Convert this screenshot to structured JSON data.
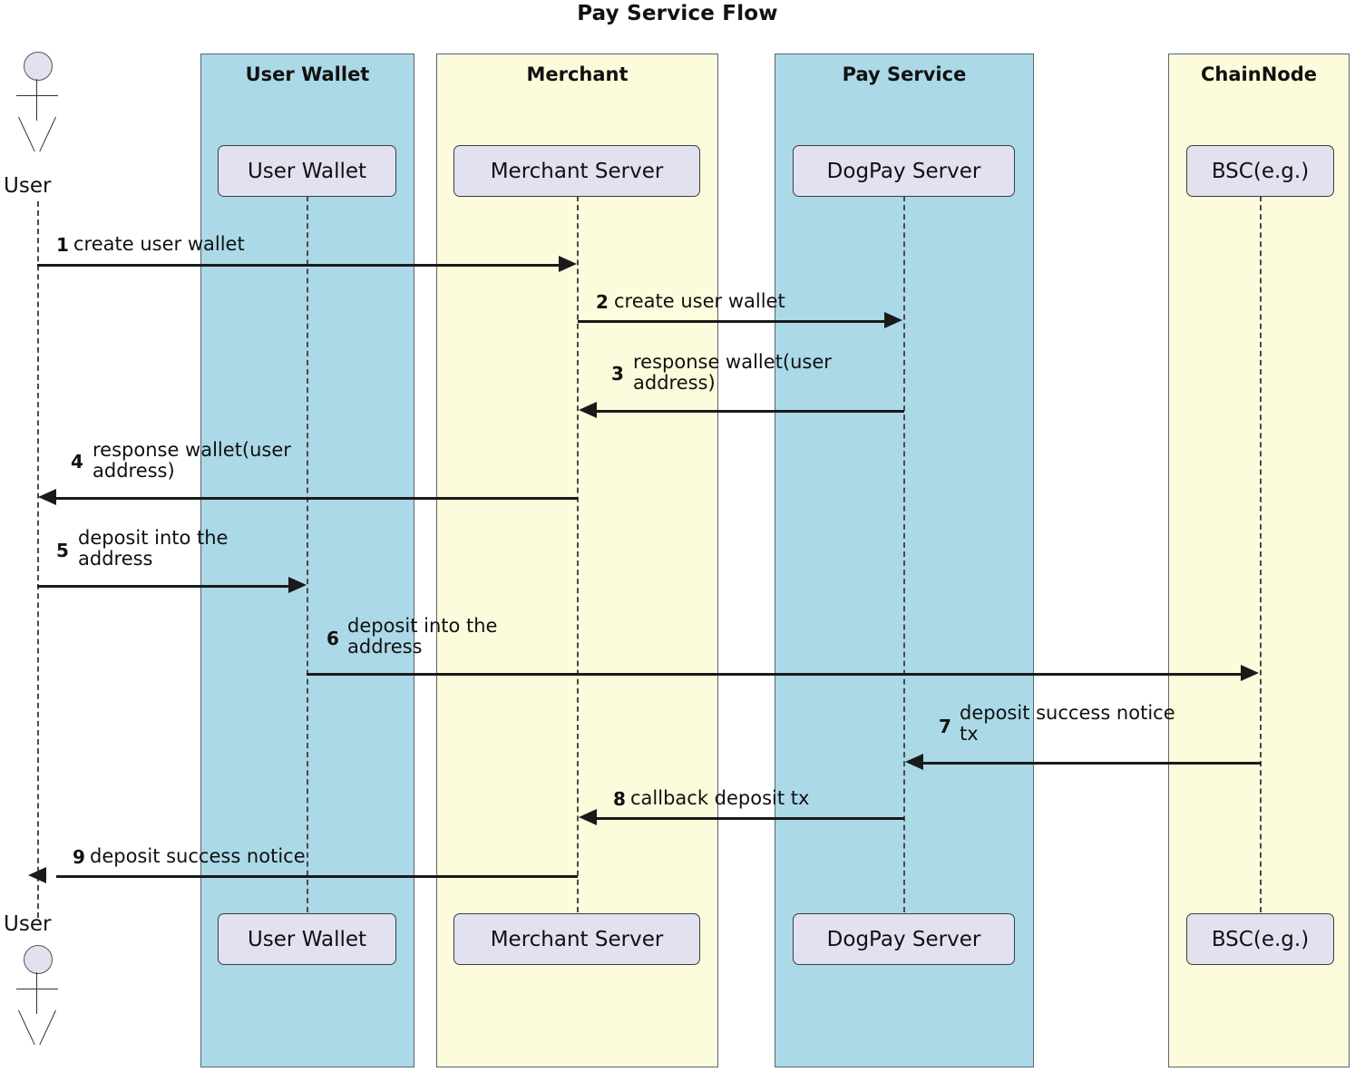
{
  "diagram": {
    "title": "Pay Service Flow",
    "type": "uml-sequence-diagram"
  },
  "actors": [
    {
      "id": "user",
      "name": "User",
      "top_label": "User",
      "bottom_label": "User"
    }
  ],
  "groups": [
    {
      "id": "group-user-wallet",
      "title": "User Wallet",
      "color": "#abd9e7"
    },
    {
      "id": "group-merchant",
      "title": "Merchant",
      "color": "#fcfbdb"
    },
    {
      "id": "group-pay-service",
      "title": "Pay Service",
      "color": "#abd9e7"
    },
    {
      "id": "group-chainnode",
      "title": "ChainNode",
      "color": "#fcfbdb"
    }
  ],
  "participants": [
    {
      "id": "p-user-wallet",
      "label": "User Wallet",
      "group": "User Wallet"
    },
    {
      "id": "p-merchant-server",
      "label": "Merchant Server",
      "group": "Merchant"
    },
    {
      "id": "p-dogpay-server",
      "label": "DogPay Server",
      "group": "Pay Service"
    },
    {
      "id": "p-bsc",
      "label": "BSC(e.g.)",
      "group": "ChainNode"
    }
  ],
  "messages": [
    {
      "num": "1",
      "text": "create user wallet",
      "from": "User",
      "to": "Merchant Server",
      "direction": "right"
    },
    {
      "num": "2",
      "text": "create user wallet",
      "from": "Merchant Server",
      "to": "DogPay Server",
      "direction": "right"
    },
    {
      "num": "3",
      "text": "response wallet(user address)",
      "line1": "response wallet(user",
      "line2": "address)",
      "from": "DogPay Server",
      "to": "Merchant Server",
      "direction": "left"
    },
    {
      "num": "4",
      "text": "response wallet(user address)",
      "line1": "response wallet(user",
      "line2": "address)",
      "from": "Merchant Server",
      "to": "User",
      "direction": "left"
    },
    {
      "num": "5",
      "text": "deposit into the address",
      "line1": "deposit into the",
      "line2": "address",
      "from": "User",
      "to": "User Wallet",
      "direction": "right"
    },
    {
      "num": "6",
      "text": "deposit into the address",
      "line1": "deposit into the",
      "line2": "address",
      "from": "User Wallet",
      "to": "BSC(e.g.)",
      "direction": "right"
    },
    {
      "num": "7",
      "text": "deposit success notice tx",
      "line1": "deposit success notice",
      "line2": "tx",
      "from": "BSC(e.g.)",
      "to": "DogPay Server",
      "direction": "left"
    },
    {
      "num": "8",
      "text": "callback deposit tx",
      "from": "DogPay Server",
      "to": "Merchant Server",
      "direction": "left"
    },
    {
      "num": "9",
      "text": "deposit success notice",
      "from": "Merchant Server",
      "to": "User",
      "direction": "left"
    }
  ],
  "colors": {
    "group_blue": "#abd9e7",
    "group_yellow": "#fcfbdb",
    "lifebox_fill": "#e2e1f0",
    "border": "#5d6470",
    "arrow": "#1a1a1a"
  }
}
